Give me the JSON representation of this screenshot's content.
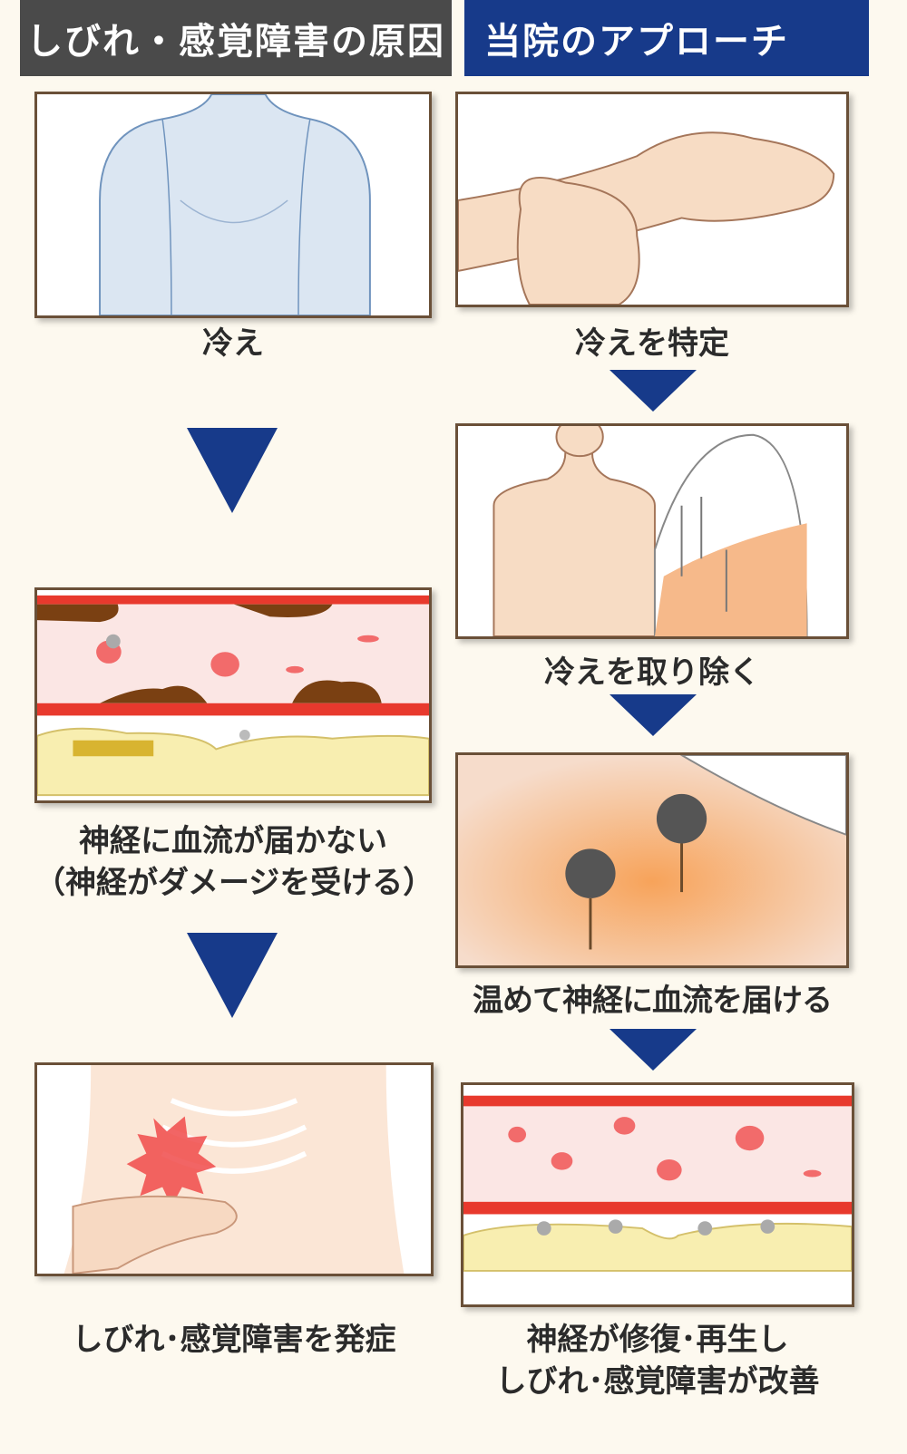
{
  "headers": {
    "left": "しびれ・感覚障害の原因",
    "right": "当院のアプローチ"
  },
  "left_column": {
    "step1_caption": "冷え",
    "step2_caption_line1": "神経に血流が届かない",
    "step2_caption_line2": "（神経がダメージを受ける）",
    "step3_caption": "しびれ･感覚障害を発症"
  },
  "right_column": {
    "step1_caption": "冷えを特定",
    "step2_caption": "冷えを取り除く",
    "step3_caption": "温めて神経に血流を届ける",
    "step4_caption_line1": "神経が修復･再生し",
    "step4_caption_line2": "しびれ･感覚障害が改善"
  },
  "colors": {
    "header_left_bg": "#4a4a4a",
    "header_right_bg": "#173a8a",
    "arrow": "#173a8a",
    "panel_border": "#6a5038",
    "page_bg": "#fdf9ef"
  },
  "icons": {
    "arrow_icon": "down-triangle"
  }
}
